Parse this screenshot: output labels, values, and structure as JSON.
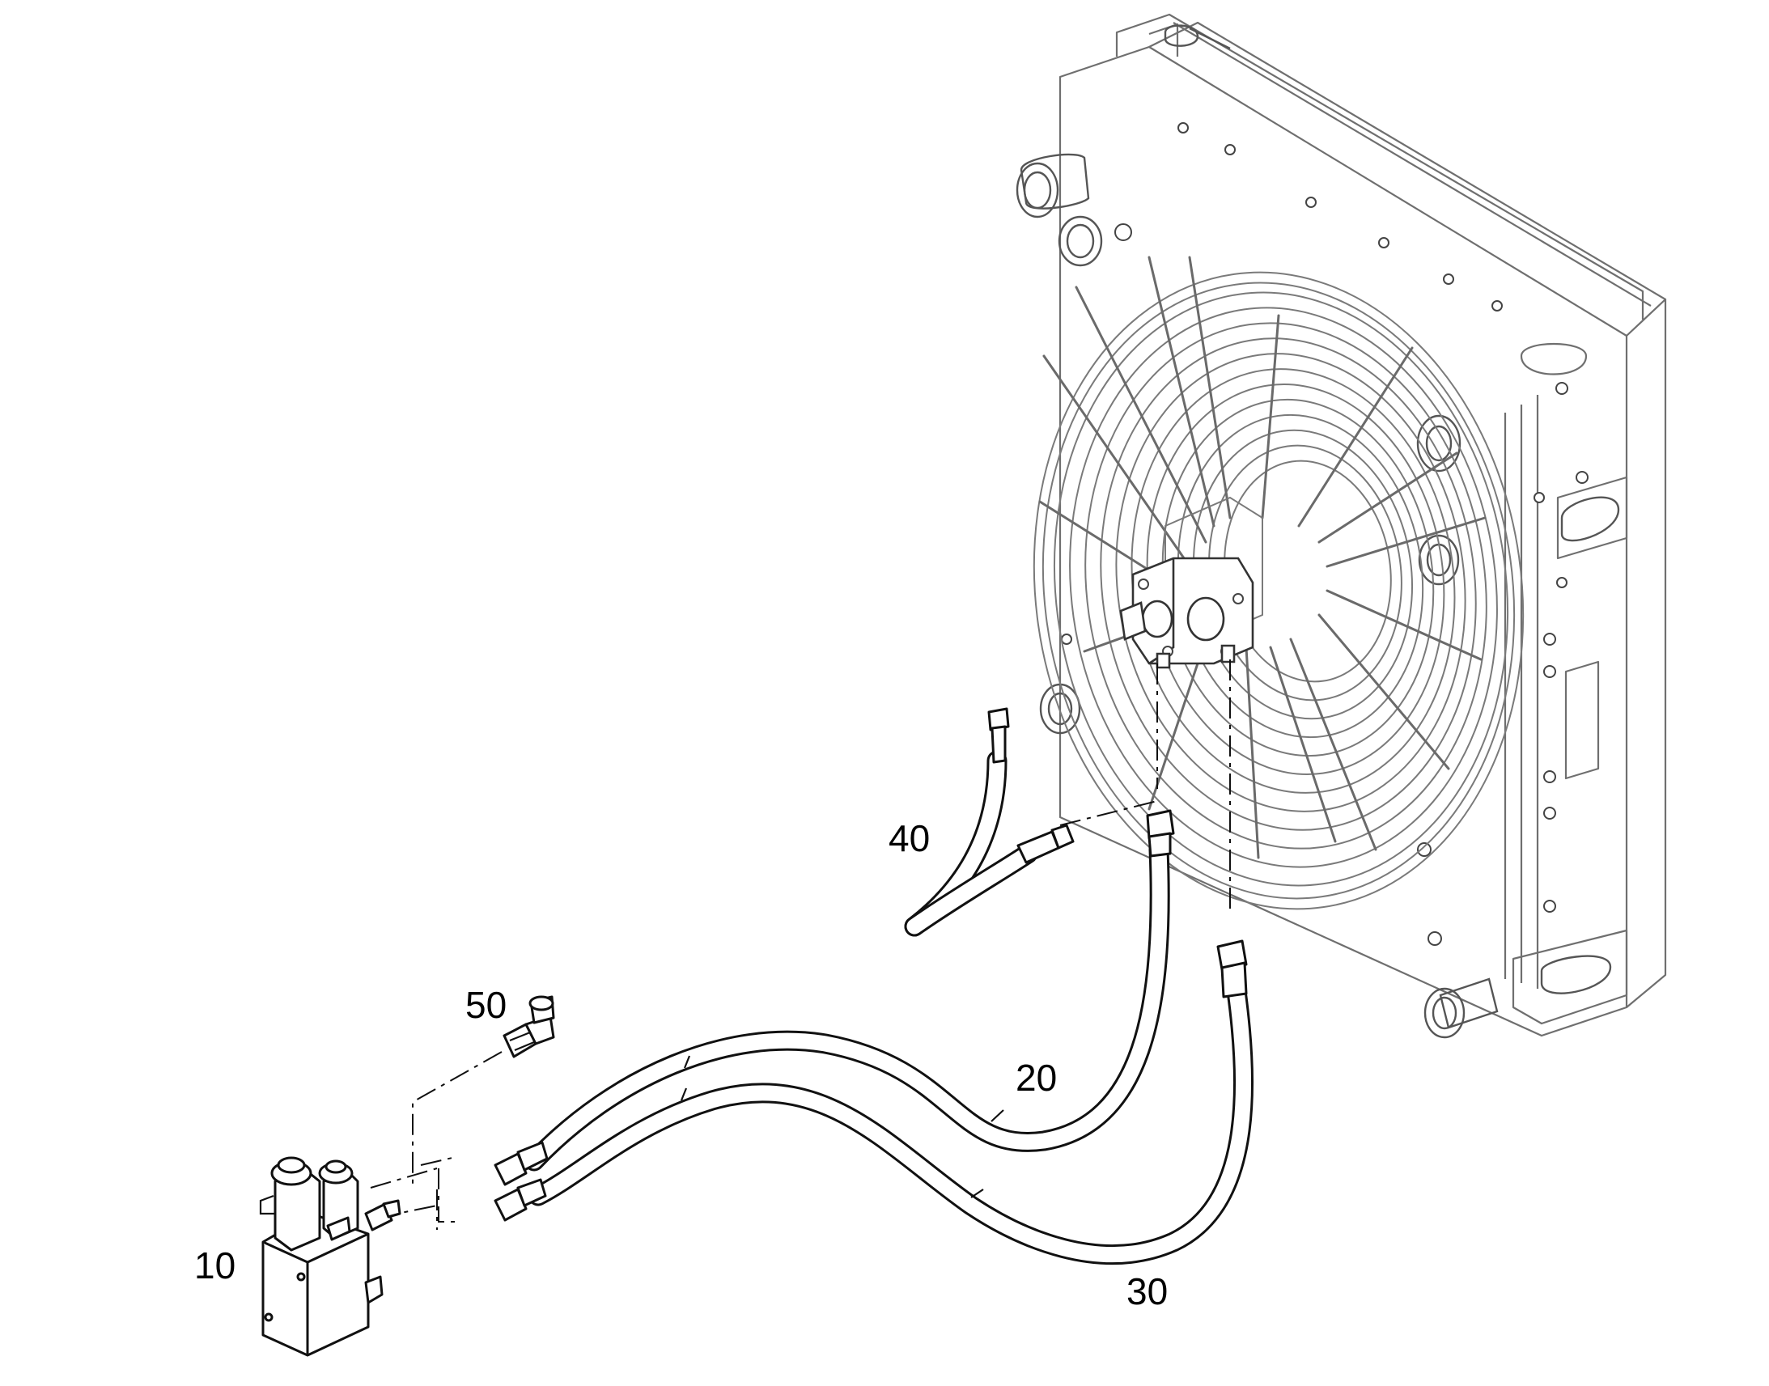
{
  "figure": {
    "callouts": [
      {
        "id": "10",
        "label": "10"
      },
      {
        "id": "20",
        "label": "20"
      },
      {
        "id": "30",
        "label": "30"
      },
      {
        "id": "40",
        "label": "40"
      },
      {
        "id": "50",
        "label": "50"
      }
    ]
  },
  "colors": {
    "line": "#111111",
    "radiator_line": "#6f6f6f",
    "background": "#ffffff"
  }
}
